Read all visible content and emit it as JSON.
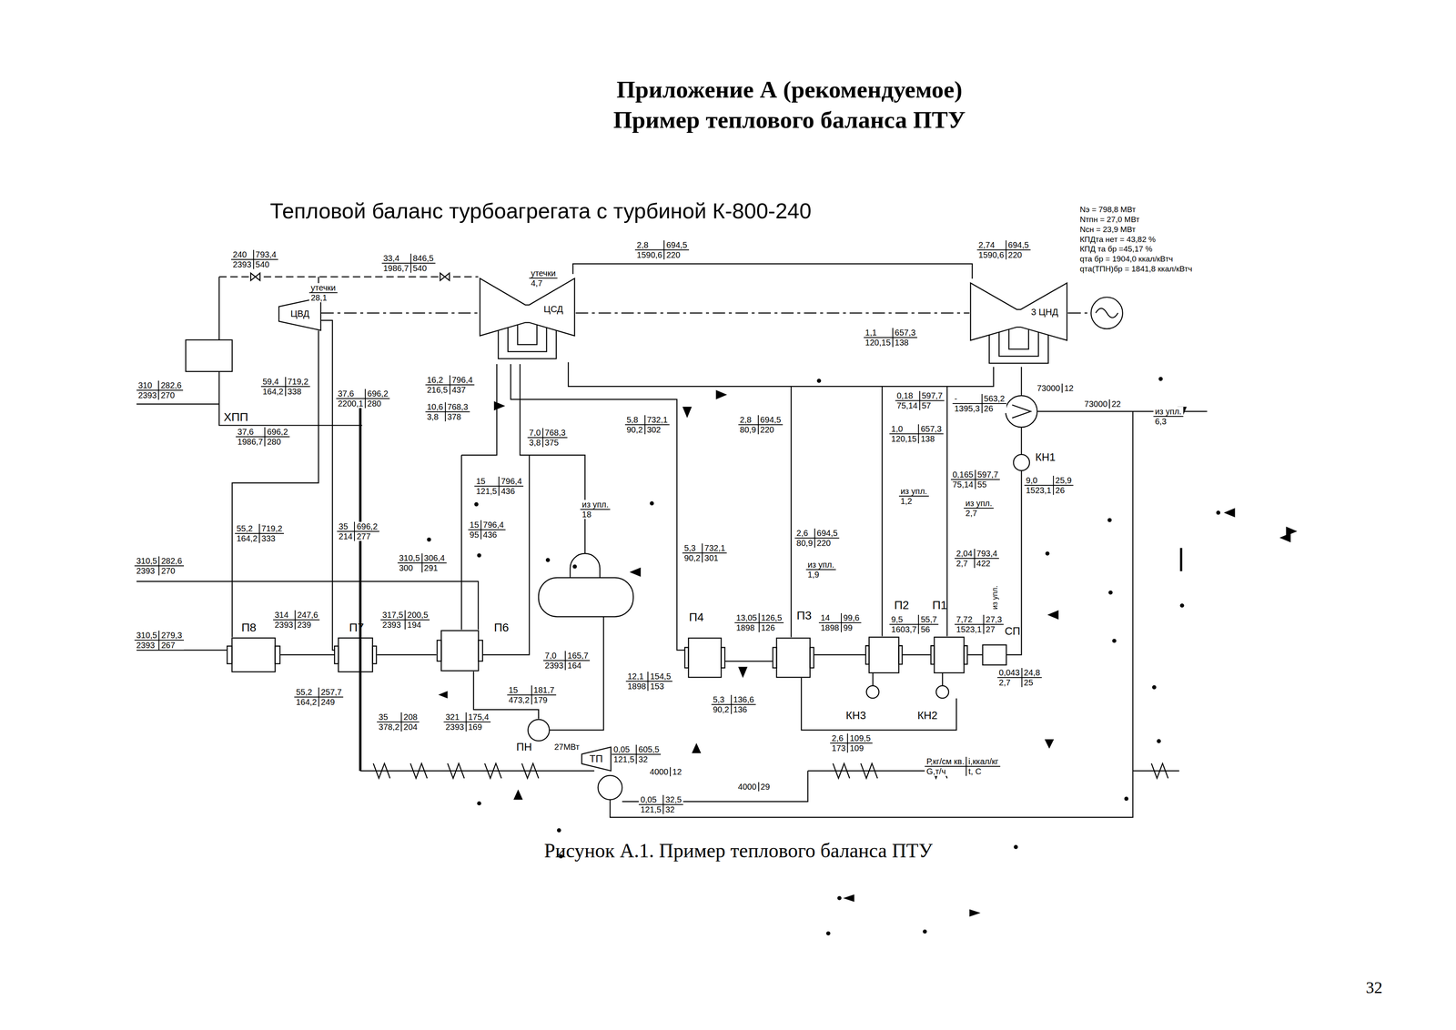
{
  "diagram": {
    "title": "Приложение А (рекомендуемое) Пример теплового баланса ПТУ",
    "caption": "Рисунок А.1. Пример теплового баланса ПТУ",
    "nodes": [
      {
        "text": [
          "ЦВД"
        ]
      },
      {
        "text": [
          "ЦСД"
        ]
      },
      {
        "text": [
          "3 ЦНД"
        ]
      },
      {
        "text": [
          "П8"
        ]
      },
      {
        "text": [
          "П7"
        ]
      },
      {
        "text": [
          "П6"
        ]
      },
      {
        "text": [
          "П4"
        ]
      },
      {
        "text": [
          "П3"
        ]
      },
      {
        "text": [
          "П2"
        ]
      },
      {
        "text": [
          "П1"
        ]
      },
      {
        "text": [
          "СП"
        ]
      },
      {
        "text": [
          "КН1"
        ]
      },
      {
        "text": [
          "КН3"
        ]
      },
      {
        "text": [
          "КН2"
        ]
      },
      {
        "text": [
          "ПН"
        ]
      },
      {
        "text": [
          "ТП"
        ]
      }
    ],
    "edges": [
      {
        "from": 0,
        "to": 1,
        "arrow": "none"
      },
      {
        "from": 1,
        "to": 2,
        "arrow": "none"
      },
      {
        "from": 1,
        "to": 2,
        "arrow": "none"
      },
      {
        "from": 14,
        "to": 5,
        "arrow": "none"
      },
      {
        "from": 5,
        "to": 4,
        "arrow": "none"
      },
      {
        "from": 4,
        "to": 3,
        "arrow": "none"
      },
      {
        "from": 8,
        "to": 12,
        "arrow": "none"
      },
      {
        "from": 9,
        "to": 13,
        "arrow": "none"
      },
      {
        "from": 11,
        "to": 10,
        "arrow": "none"
      }
    ],
    "labels": [
      "Тепловой баланс турбоагрегата с турбиной К-800-240",
      "Nэ = 798,8 МВт",
      "Nтпн = 27,0 МВт",
      "Nсн = 23,9 МВт",
      "КПДта нет = 43,82 %",
      "КПД та бр =45,17 %",
      "qта бр = 1904,0 ккал/кВтч",
      "qта(ТПН)бр = 1841,8 ккал/кВтч",
      "32",
      "240",
      "793,4",
      "2393",
      "540",
      "33,4",
      "846,5",
      "1986,7",
      "540",
      "2,8",
      "694,5",
      "1590,6",
      "220",
      "2,74",
      "694,5",
      "1590,6",
      "220",
      "утечки",
      "28,1",
      "утечки",
      "4,7",
      "310",
      "282,6",
      "2393",
      "270",
      "59,4",
      "719,2",
      "164,2",
      "338",
      "37,6",
      "696,2",
      "2200,1",
      "280",
      "16,2",
      "796,4",
      "216,5",
      "437",
      "10,6",
      "768,3",
      "3,8",
      "378",
      "ХПП",
      "37,6",
      "696,2",
      "1986,7",
      "280",
      "7,0",
      "768,3",
      "3,8",
      "375",
      "5,8",
      "732,1",
      "90,2",
      "302",
      "2,8",
      "694,5",
      "80,9",
      "220",
      "1,1",
      "657,3",
      "120,15",
      "138",
      "0,18",
      "597,7",
      "75,14",
      "57",
      "-",
      "563,2",
      "1395,3",
      "26",
      "73000",
      "12",
      "73000",
      "22",
      "из упл.",
      "6,3",
      "1,0",
      "657,3",
      "120,15",
      "138",
      "0,165",
      "597,7",
      "75,14",
      "55",
      "9,0",
      "25,9",
      "1523,1",
      "26",
      "15",
      "796,4",
      "121,5",
      "436",
      "15",
      "796,4",
      "95",
      "436",
      "из упл.",
      "18",
      "из упл.",
      "1,2",
      "из упл.",
      "2,7",
      "55,2",
      "719,2",
      "164,2",
      "333",
      "35",
      "696,2",
      "214",
      "277",
      "310,5",
      "282,6",
      "2393",
      "270",
      "310,5",
      "306,4",
      "300",
      "291",
      "5,3",
      "732,1",
      "90,2",
      "301",
      "2,6",
      "694,5",
      "80,9",
      "220",
      "из упл.",
      "1,9",
      "2,04",
      "793,4",
      "2,7",
      "422",
      "из упл.",
      "314",
      "247,6",
      "2393",
      "239",
      "317,5",
      "200,5",
      "2393",
      "194",
      "310,5",
      "279,3",
      "2393",
      "267",
      "13,05",
      "126,5",
      "1898",
      "126",
      "14",
      "99,6",
      "1898",
      "99",
      "9,5",
      "55,7",
      "1603,7",
      "56",
      "7,72",
      "27,3",
      "1523,1",
      "27",
      "7,0",
      "165,7",
      "2393",
      "164",
      "12,1",
      "154,5",
      "1898",
      "153",
      "55,2",
      "257,7",
      "164,2",
      "249",
      "15",
      "181,7",
      "473,2",
      "179",
      "5,3",
      "136,6",
      "90,2",
      "136",
      "0,043",
      "24,8",
      "2,7",
      "25",
      "35",
      "208",
      "378,2",
      "204",
      "321",
      "175,4",
      "2393",
      "169",
      "2,6",
      "109,5",
      "173",
      "109",
      "27МВт",
      "0,05",
      "605,5",
      "121,5",
      "32",
      "4000",
      "12",
      "4000",
      "29",
      "0,05",
      "32,5",
      "121,5",
      "32",
      "Р,кг/см кв.",
      "i,ккал/кг",
      "G,т/ч",
      "t, С"
    ]
  }
}
